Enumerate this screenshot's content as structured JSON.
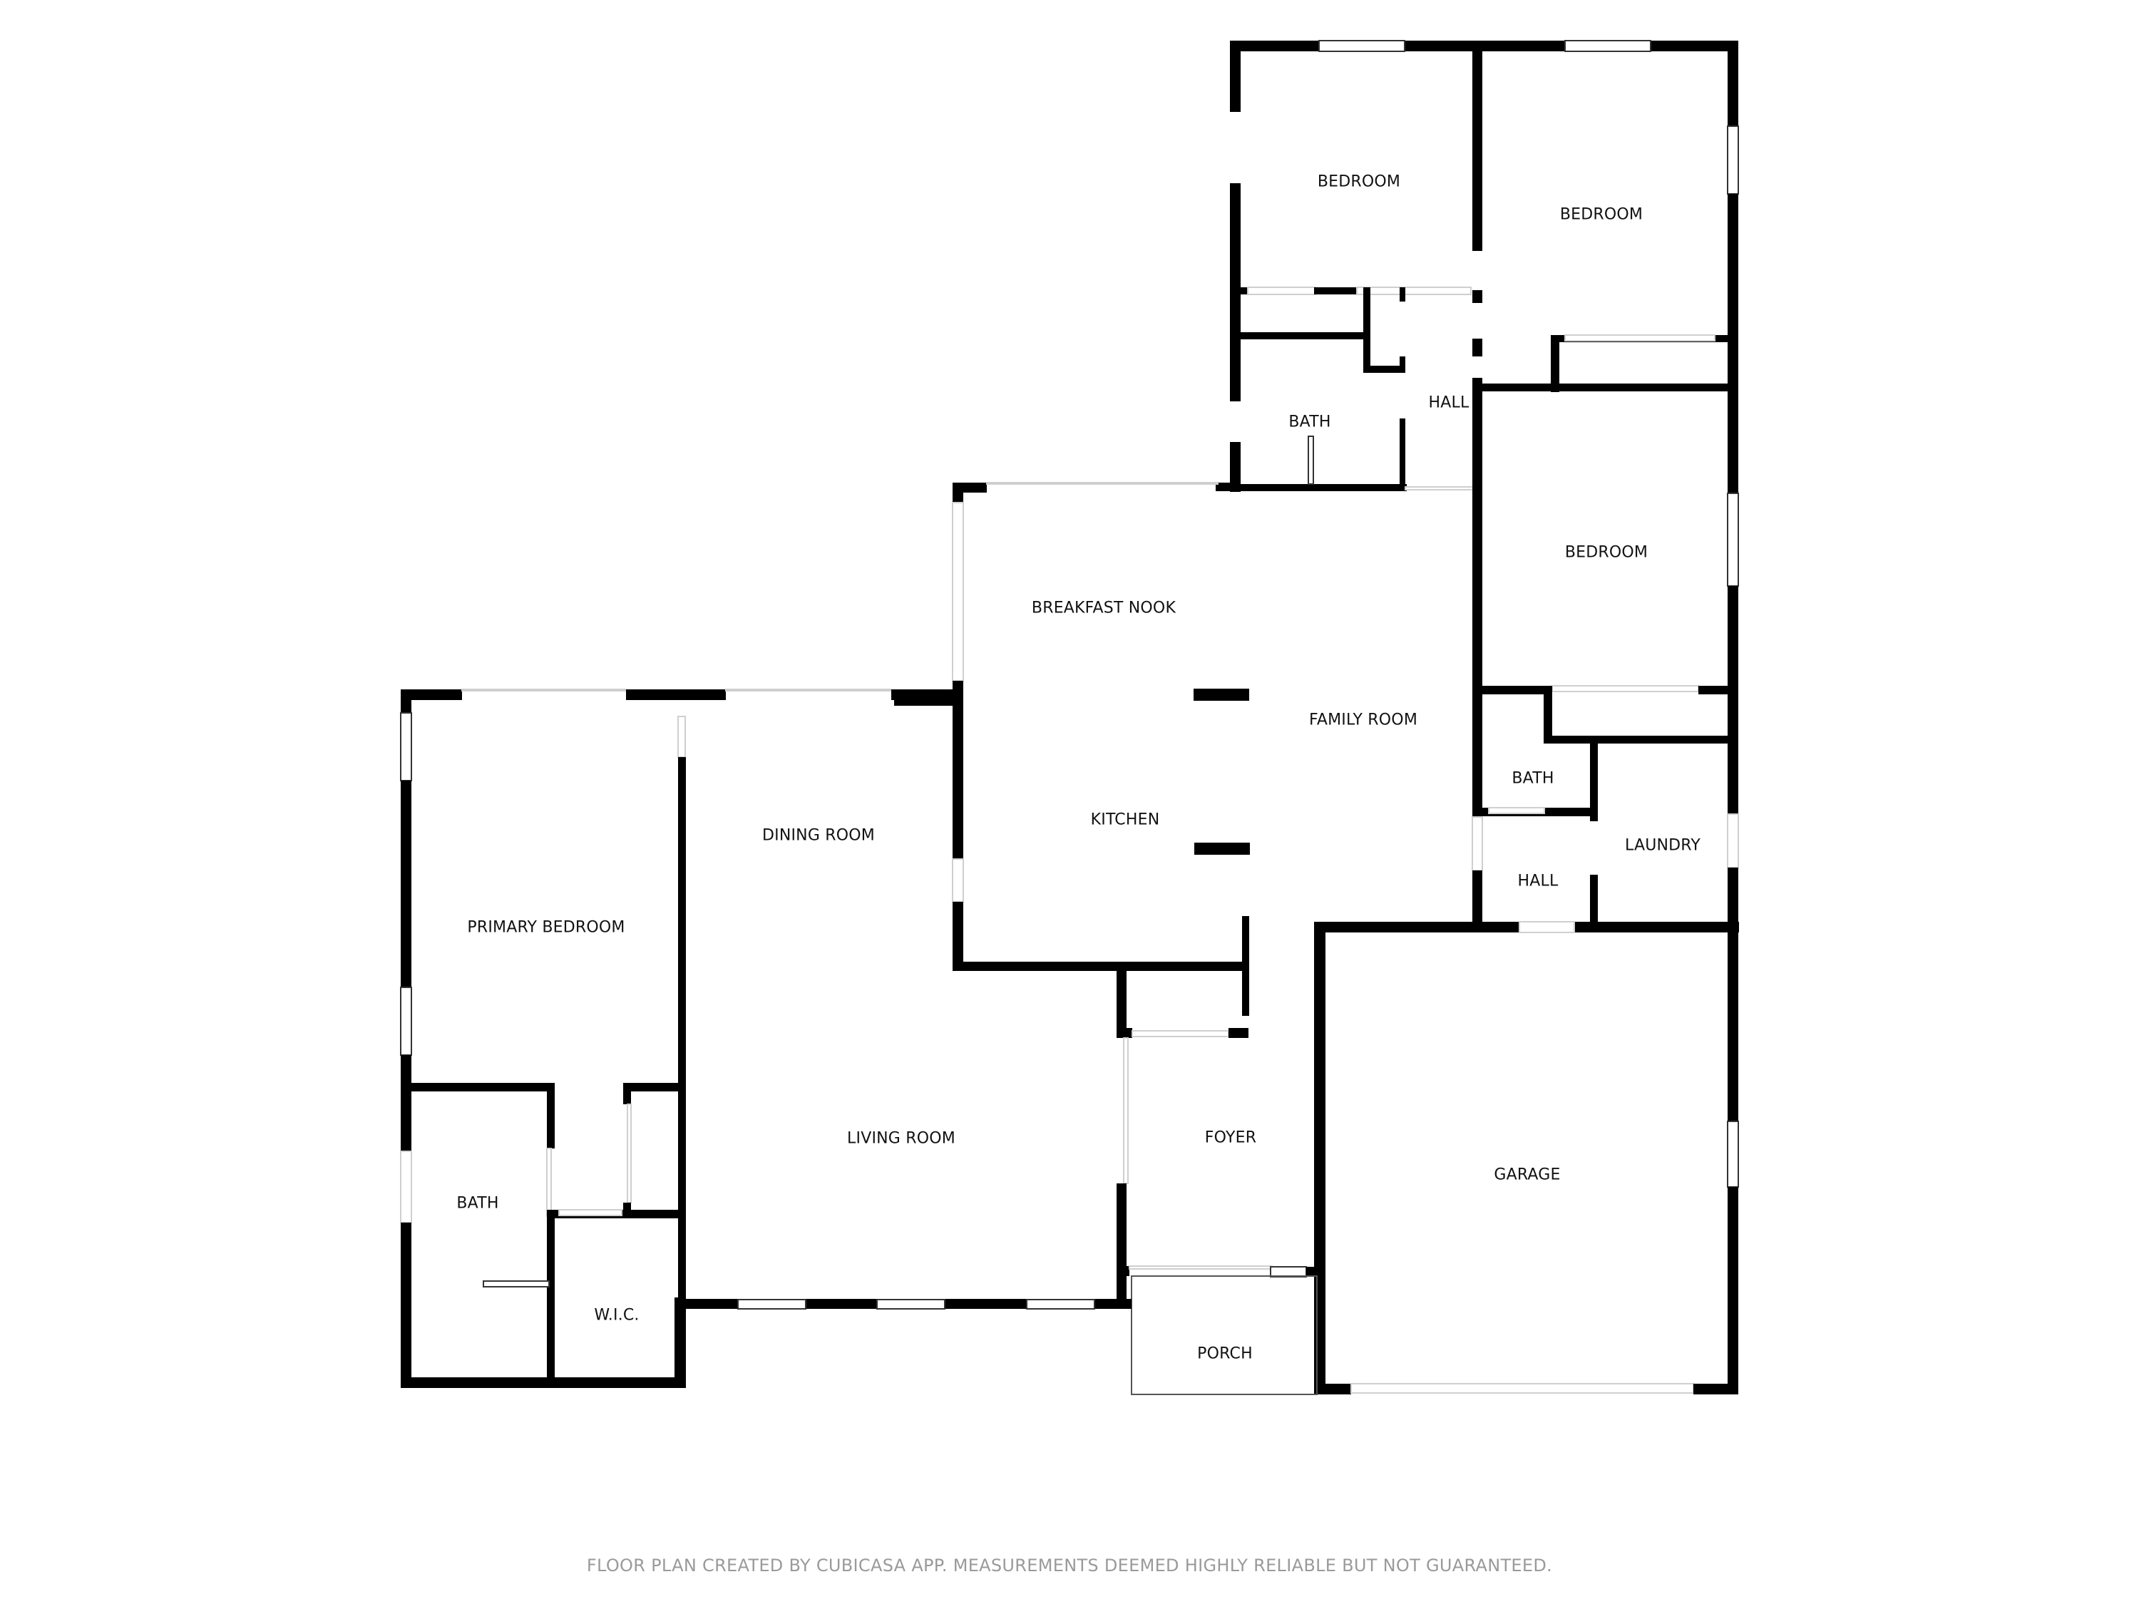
{
  "plan": {
    "type": "floor-plan",
    "colors": {
      "wall": "#000000",
      "label": "#111111",
      "footer": "#9a9a9a",
      "background": "#ffffff"
    }
  },
  "rooms": {
    "bedroom_1": "BEDROOM",
    "bedroom_2": "BEDROOM",
    "bedroom_3": "BEDROOM",
    "bath_upper": "BATH",
    "hall_upper": "HALL",
    "breakfast_nook": "BREAKFAST NOOK",
    "family_room": "FAMILY ROOM",
    "kitchen": "KITCHEN",
    "dining_room": "DINING ROOM",
    "primary_bedroom": "PRIMARY BEDROOM",
    "living_room": "LIVING ROOM",
    "foyer": "FOYER",
    "bath_lower": "BATH",
    "hall_lower": "HALL",
    "laundry": "LAUNDRY",
    "garage": "GARAGE",
    "bath_primary": "BATH",
    "wic": "W.I.C.",
    "porch": "PORCH"
  },
  "footer": {
    "text": "FLOOR PLAN CREATED BY CUBICASA APP. MEASUREMENTS DEEMED HIGHLY RELIABLE BUT NOT GUARANTEED."
  }
}
